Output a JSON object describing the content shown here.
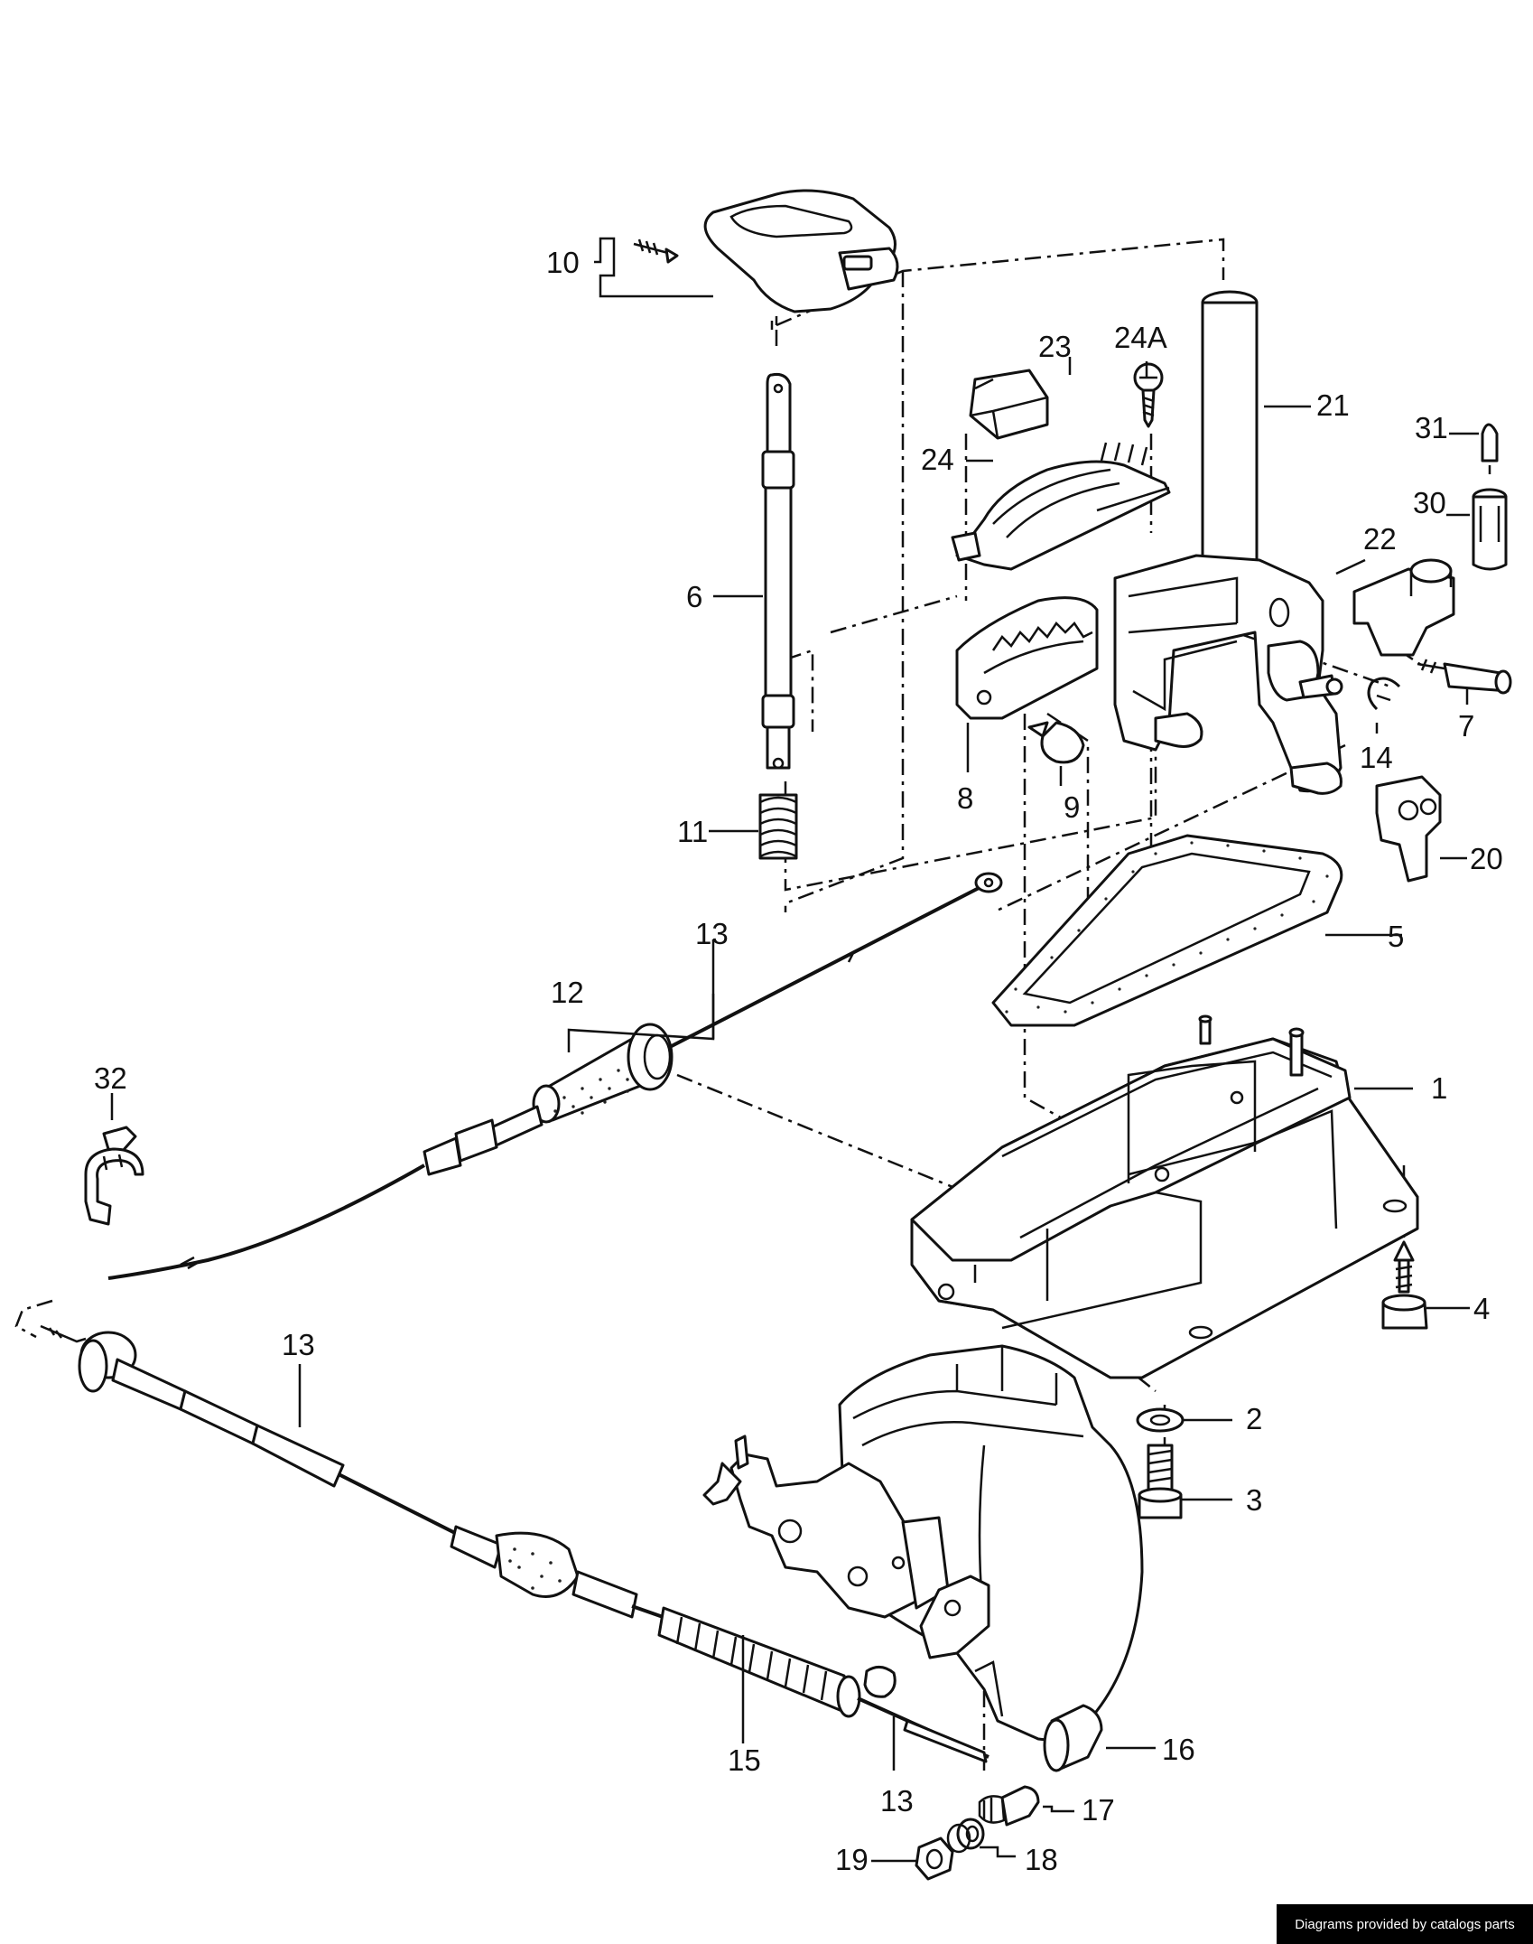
{
  "labels": {
    "p1": "1",
    "p2": "2",
    "p3": "3",
    "p4": "4",
    "p5": "5",
    "p6": "6",
    "p7": "7",
    "p8": "8",
    "p9": "9",
    "p10": "10",
    "p11": "11",
    "p12": "12",
    "p13a": "13",
    "p13b": "13",
    "p13c": "13",
    "p14": "14",
    "p15": "15",
    "p16": "16",
    "p17": "17",
    "p18": "18",
    "p19": "19",
    "p20": "20",
    "p21": "21",
    "p22": "22",
    "p23": "23",
    "p24": "24",
    "p24a": "24A",
    "p30": "30",
    "p31": "31",
    "p32": "32"
  },
  "footer": {
    "text": "Diagrams provided by catalogs parts"
  }
}
